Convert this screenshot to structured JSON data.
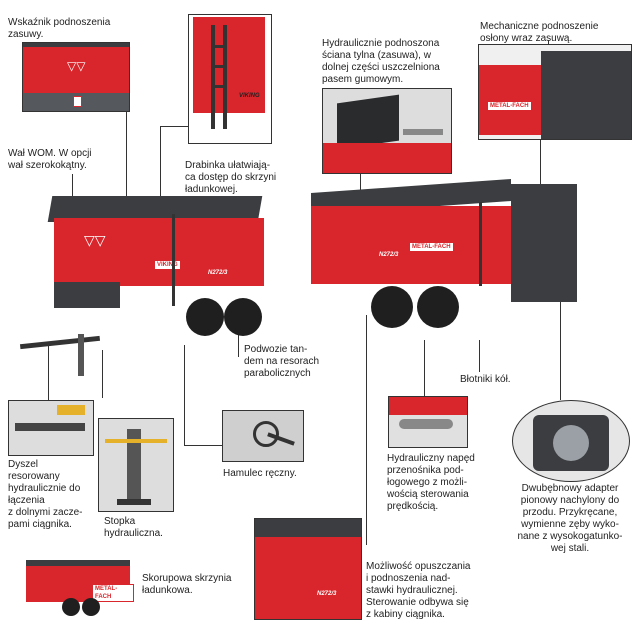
{
  "callouts": {
    "indicator": "Wskaźnik podnoszenia\nzasuwy.",
    "pto": "Wał WOM. W opcji\nwał szerokokątny.",
    "hydraulic_wall": "Hydraulicznie podnoszona\nściana tylna (zasuwa), w\ndolnej części uszczelniona\npasem gumowym.",
    "mechanical_cover": "Mechaniczne podnoszenie\nosłony wraz zasuwą.",
    "ladder": "Drabinka ułatwiają-\nca dostęp do skrzyni\nładunkowej.",
    "tandem": "Podwozie tan-\ndem na resorach\nparabolicznych",
    "mudguards": "Błotniki kół.",
    "drawbar": "Dyszel\nresorowany\nhydraulicznie do\nłączenia\nz dolnymi zacze-\npami ciągnika.",
    "handbrake": "Hamulec ręczny.",
    "conveyor": "Hydrauliczny napęd\nprzenośnika pod-\nłogowego z możli-\nwością sterowania\nprędkością.",
    "adapter": "Dwubębnowy adapter\npionowy nachylony do\nprzodu. Przykręcane,\nwymienne zęby wyko-\nnane z wysokogatunko-\nwej stali.",
    "stand": "Stopka\nhydrauliczna.",
    "skip_box": "Skorupowa skrzynia\nładunkowa.",
    "extension": "Możliwość opuszczania\ni podnoszenia nad-\nstawki hydraulicznej.\nSterowanie odbywa się\nz kabiny ciągnika."
  },
  "brand": {
    "name": "METAL-FACH",
    "model": "N272/3",
    "series": "VIKING",
    "accent": "#d8262c",
    "dark": "#3b3d40"
  }
}
